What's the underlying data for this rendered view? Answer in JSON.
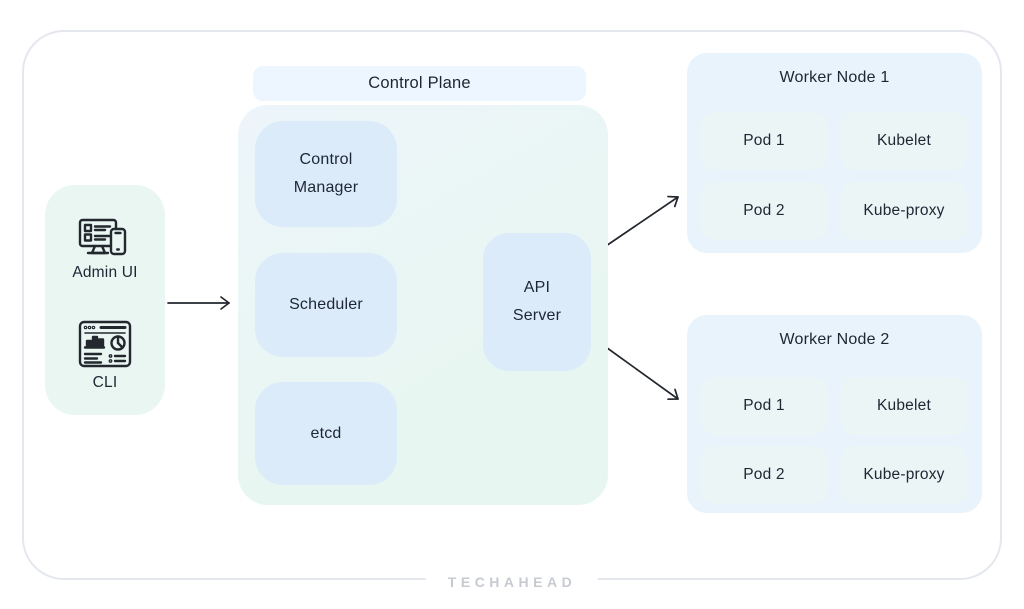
{
  "colors": {
    "frame-border": "#e4e8ee",
    "page-bg": "#ffffff",
    "panel-mint": "#e9f6f2",
    "cp-panel-top": "#edf5fa",
    "cp-panel-bottom": "#e8f6f1",
    "cp-title-bg": "#edf6fe",
    "box-blue": "#dcebfa",
    "worker-bg": "#e8f3fb",
    "cell-tint": "#ebf5f6",
    "text": "#1d2633",
    "arrow": "#22272e",
    "watermark": "#c7cbd1"
  },
  "clients": {
    "items": [
      {
        "icon": "admin-ui-icon",
        "label": "Admin UI"
      },
      {
        "icon": "cli-icon",
        "label": "CLI"
      }
    ]
  },
  "control_plane": {
    "title": "Control Plane",
    "components": [
      {
        "id": "control-manager",
        "label": "Control Manager"
      },
      {
        "id": "scheduler",
        "label": "Scheduler"
      },
      {
        "id": "etcd",
        "label": "etcd"
      }
    ],
    "api_server": {
      "label": "API Server"
    }
  },
  "workers": [
    {
      "title": "Worker Node 1",
      "cells": [
        "Pod 1",
        "Kubelet",
        "Pod 2",
        "Kube-proxy"
      ]
    },
    {
      "title": "Worker Node 2",
      "cells": [
        "Pod 1",
        "Kubelet",
        "Pod 2",
        "Kube-proxy"
      ]
    }
  ],
  "watermark": "TECHAHEAD"
}
